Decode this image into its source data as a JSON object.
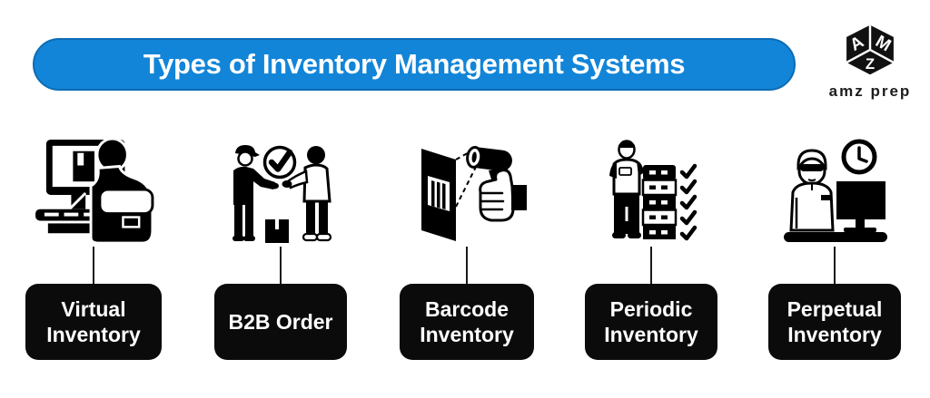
{
  "header": {
    "title": "Types of Inventory Management Systems"
  },
  "logo": {
    "brand": "amz prep",
    "letters": [
      "A",
      "M",
      "Z"
    ]
  },
  "items": [
    {
      "label": "Virtual Inventory",
      "icon": "virtual-inventory-computer-icon"
    },
    {
      "label": "B2B Order",
      "icon": "b2b-order-partners-icon"
    },
    {
      "label": "Barcode Inventory",
      "icon": "barcode-scanner-icon"
    },
    {
      "label": "Periodic Inventory",
      "icon": "periodic-stock-count-icon"
    },
    {
      "label": "Perpetual Inventory",
      "icon": "perpetual-monitoring-desk-icon"
    }
  ],
  "colors": {
    "header_bg": "#1285D8",
    "header_text": "#FFFFFF",
    "label_bg": "#0B0B0B",
    "label_text": "#FFFFFF",
    "canvas_bg": "#FFFFFF",
    "ink": "#000000"
  }
}
